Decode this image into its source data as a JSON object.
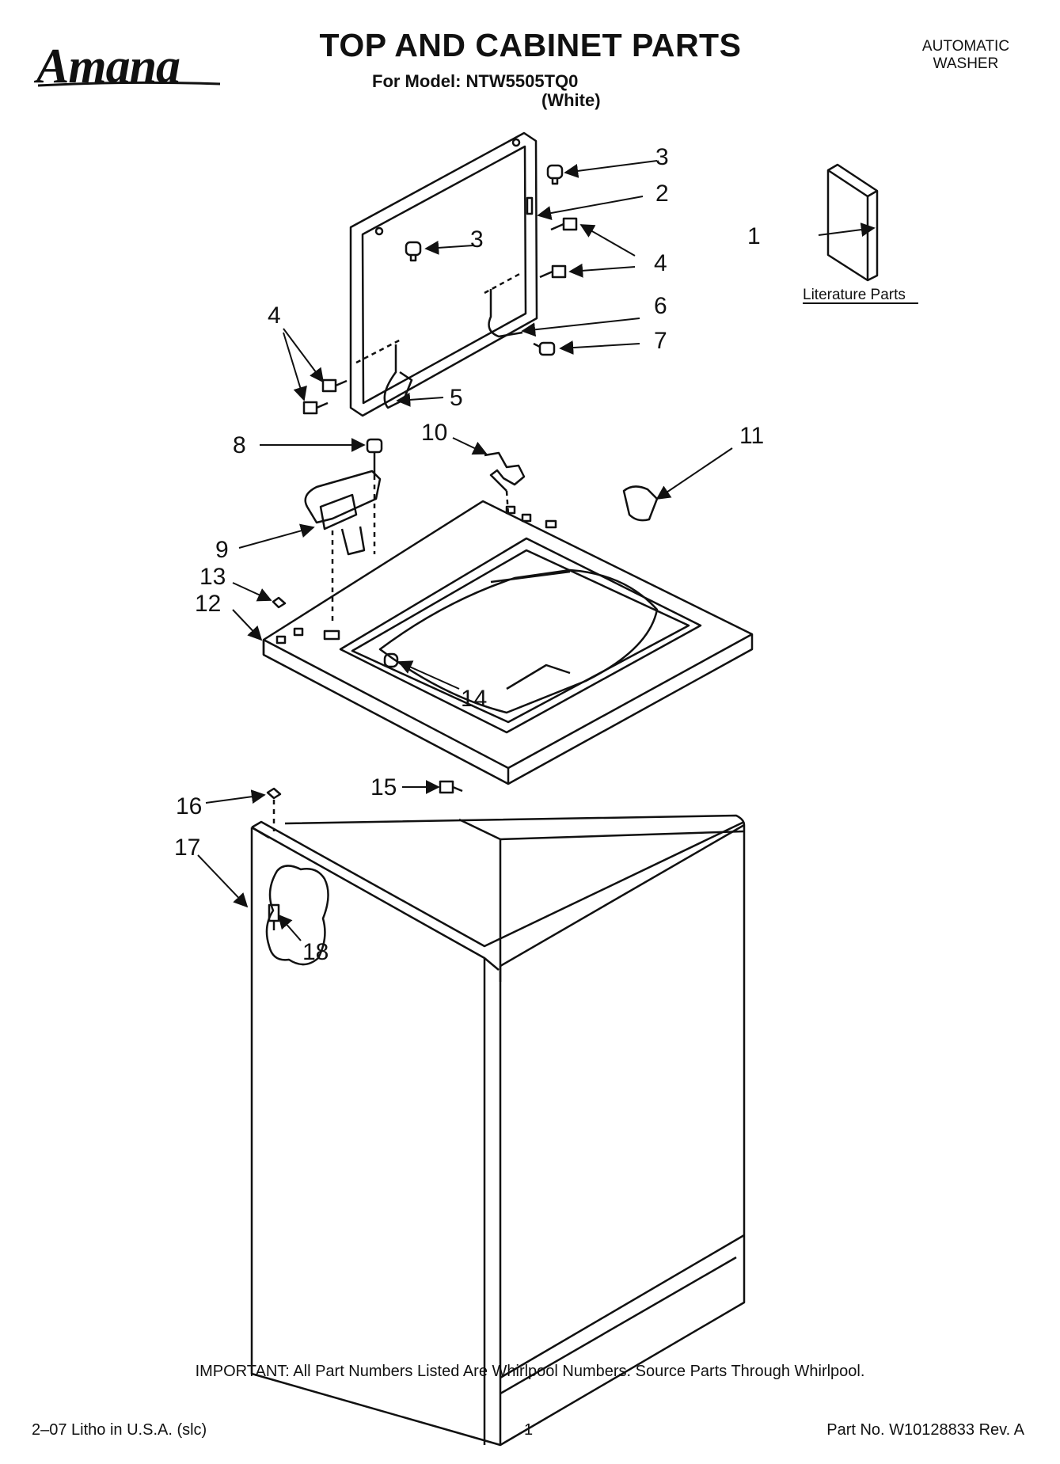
{
  "header": {
    "brand": "Amana",
    "title": "TOP AND CABINET PARTS",
    "model_line": "For Model: NTW5505TQ0",
    "color_line": "(White)",
    "product_type_line1": "AUTOMATIC",
    "product_type_line2": "WASHER"
  },
  "diagram": {
    "literature_label": "Literature Parts",
    "callouts": [
      "1",
      "2",
      "3",
      "3",
      "4",
      "4",
      "5",
      "6",
      "7",
      "8",
      "9",
      "10",
      "11",
      "12",
      "13",
      "14",
      "15",
      "16",
      "17",
      "18"
    ]
  },
  "footer": {
    "important_note": "IMPORTANT: All Part Numbers Listed Are Whirlpool Numbers. Source Parts Through Whirlpool.",
    "litho": "2–07 Litho in U.S.A. (slc)",
    "page_number": "1",
    "part_number": "Part No. W10128833 Rev. A"
  }
}
